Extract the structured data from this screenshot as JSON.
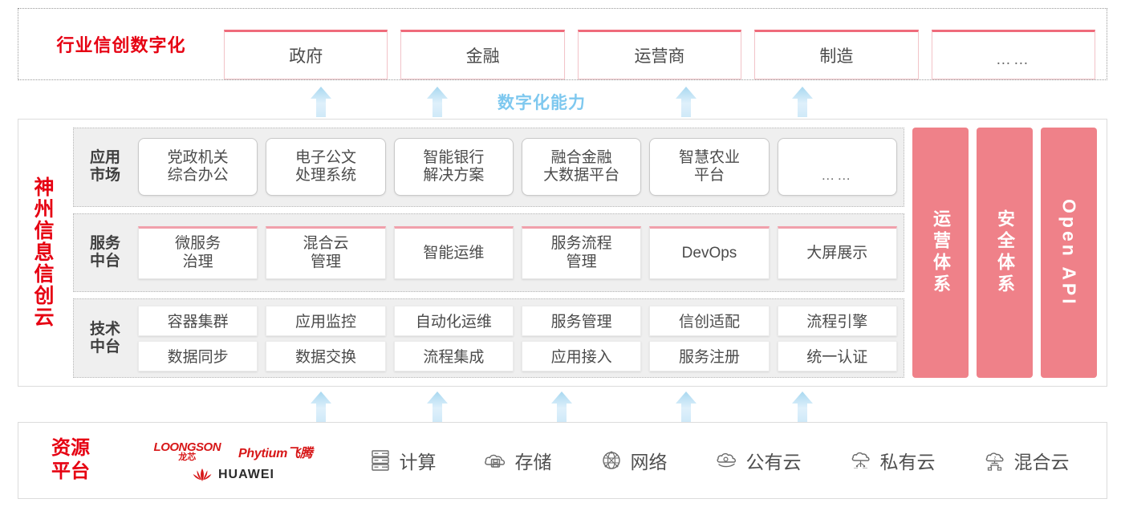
{
  "industry": {
    "title": "行业信创数字化",
    "cards": [
      {
        "label": "政府"
      },
      {
        "label": "金融"
      },
      {
        "label": "运营商"
      },
      {
        "label": "制造"
      },
      {
        "label": "……"
      }
    ]
  },
  "capability": {
    "label": "数字化能力"
  },
  "cloud": {
    "title_chars": [
      "神",
      "州",
      "信",
      "息",
      "信",
      "创",
      "云"
    ],
    "layers": [
      {
        "id": "app-market",
        "label": "应用\n市场",
        "label_lines": [
          "应用",
          "市场"
        ],
        "cards": [
          {
            "lines": [
              "党政机关",
              "综合办公"
            ]
          },
          {
            "lines": [
              "电子公文",
              "处理系统"
            ]
          },
          {
            "lines": [
              "智能银行",
              "解决方案"
            ]
          },
          {
            "lines": [
              "融合金融",
              "大数据平台"
            ]
          },
          {
            "lines": [
              "智慧农业",
              "平台"
            ]
          },
          {
            "lines": [
              "……"
            ],
            "ellipsis": true
          }
        ]
      },
      {
        "id": "service-platform",
        "label_lines": [
          "服务",
          "中台"
        ],
        "cards": [
          {
            "lines": [
              "微服务",
              "治理"
            ]
          },
          {
            "lines": [
              "混合云",
              "管理"
            ]
          },
          {
            "lines": [
              "智能运维"
            ]
          },
          {
            "lines": [
              "服务流程",
              "管理"
            ]
          },
          {
            "lines": [
              "DevOps"
            ]
          },
          {
            "lines": [
              "大屏展示"
            ]
          }
        ]
      },
      {
        "id": "tech-platform",
        "label_lines": [
          "技术",
          "中台"
        ],
        "rows": [
          [
            "容器集群",
            "应用监控",
            "自动化运维",
            "服务管理",
            "信创适配",
            "流程引擎"
          ],
          [
            "数据同步",
            "数据交换",
            "流程集成",
            "应用接入",
            "服务注册",
            "统一认证"
          ]
        ]
      }
    ],
    "side_bars": [
      {
        "label": "运营体系",
        "type": "cjk"
      },
      {
        "label": "安全体系",
        "type": "cjk"
      },
      {
        "label": "Open API",
        "type": "latin"
      }
    ]
  },
  "resource": {
    "title_lines": [
      "资源",
      "平台"
    ],
    "vendors": [
      {
        "name_en": "LOONGSON",
        "name_cn": "龙芯"
      },
      {
        "name": "Phytium飞腾"
      },
      {
        "name": "HUAWEI"
      }
    ],
    "items": [
      {
        "label": "计算",
        "icon": "server-icon"
      },
      {
        "label": "存储",
        "icon": "cloud-storage-icon"
      },
      {
        "label": "网络",
        "icon": "network-globe-icon"
      },
      {
        "label": "公有云",
        "icon": "public-cloud-icon"
      },
      {
        "label": "私有云",
        "icon": "private-cloud-icon"
      },
      {
        "label": "混合云",
        "icon": "hybrid-cloud-icon"
      }
    ]
  },
  "colors": {
    "brand_red": "#E60012",
    "card_accent_pink": "#ef6b7b",
    "side_bar_pink": "#ef8189",
    "arrow_blue": "#a8d8f0",
    "capability_blue": "#7ec8ef",
    "layer_bg": "#efefef"
  },
  "arrows": {
    "top_row_count": 4,
    "bottom_row_count": 5,
    "top_positions": [
      400,
      545,
      855,
      1000
    ],
    "bottom_positions": [
      400,
      545,
      700,
      855,
      1000
    ]
  }
}
